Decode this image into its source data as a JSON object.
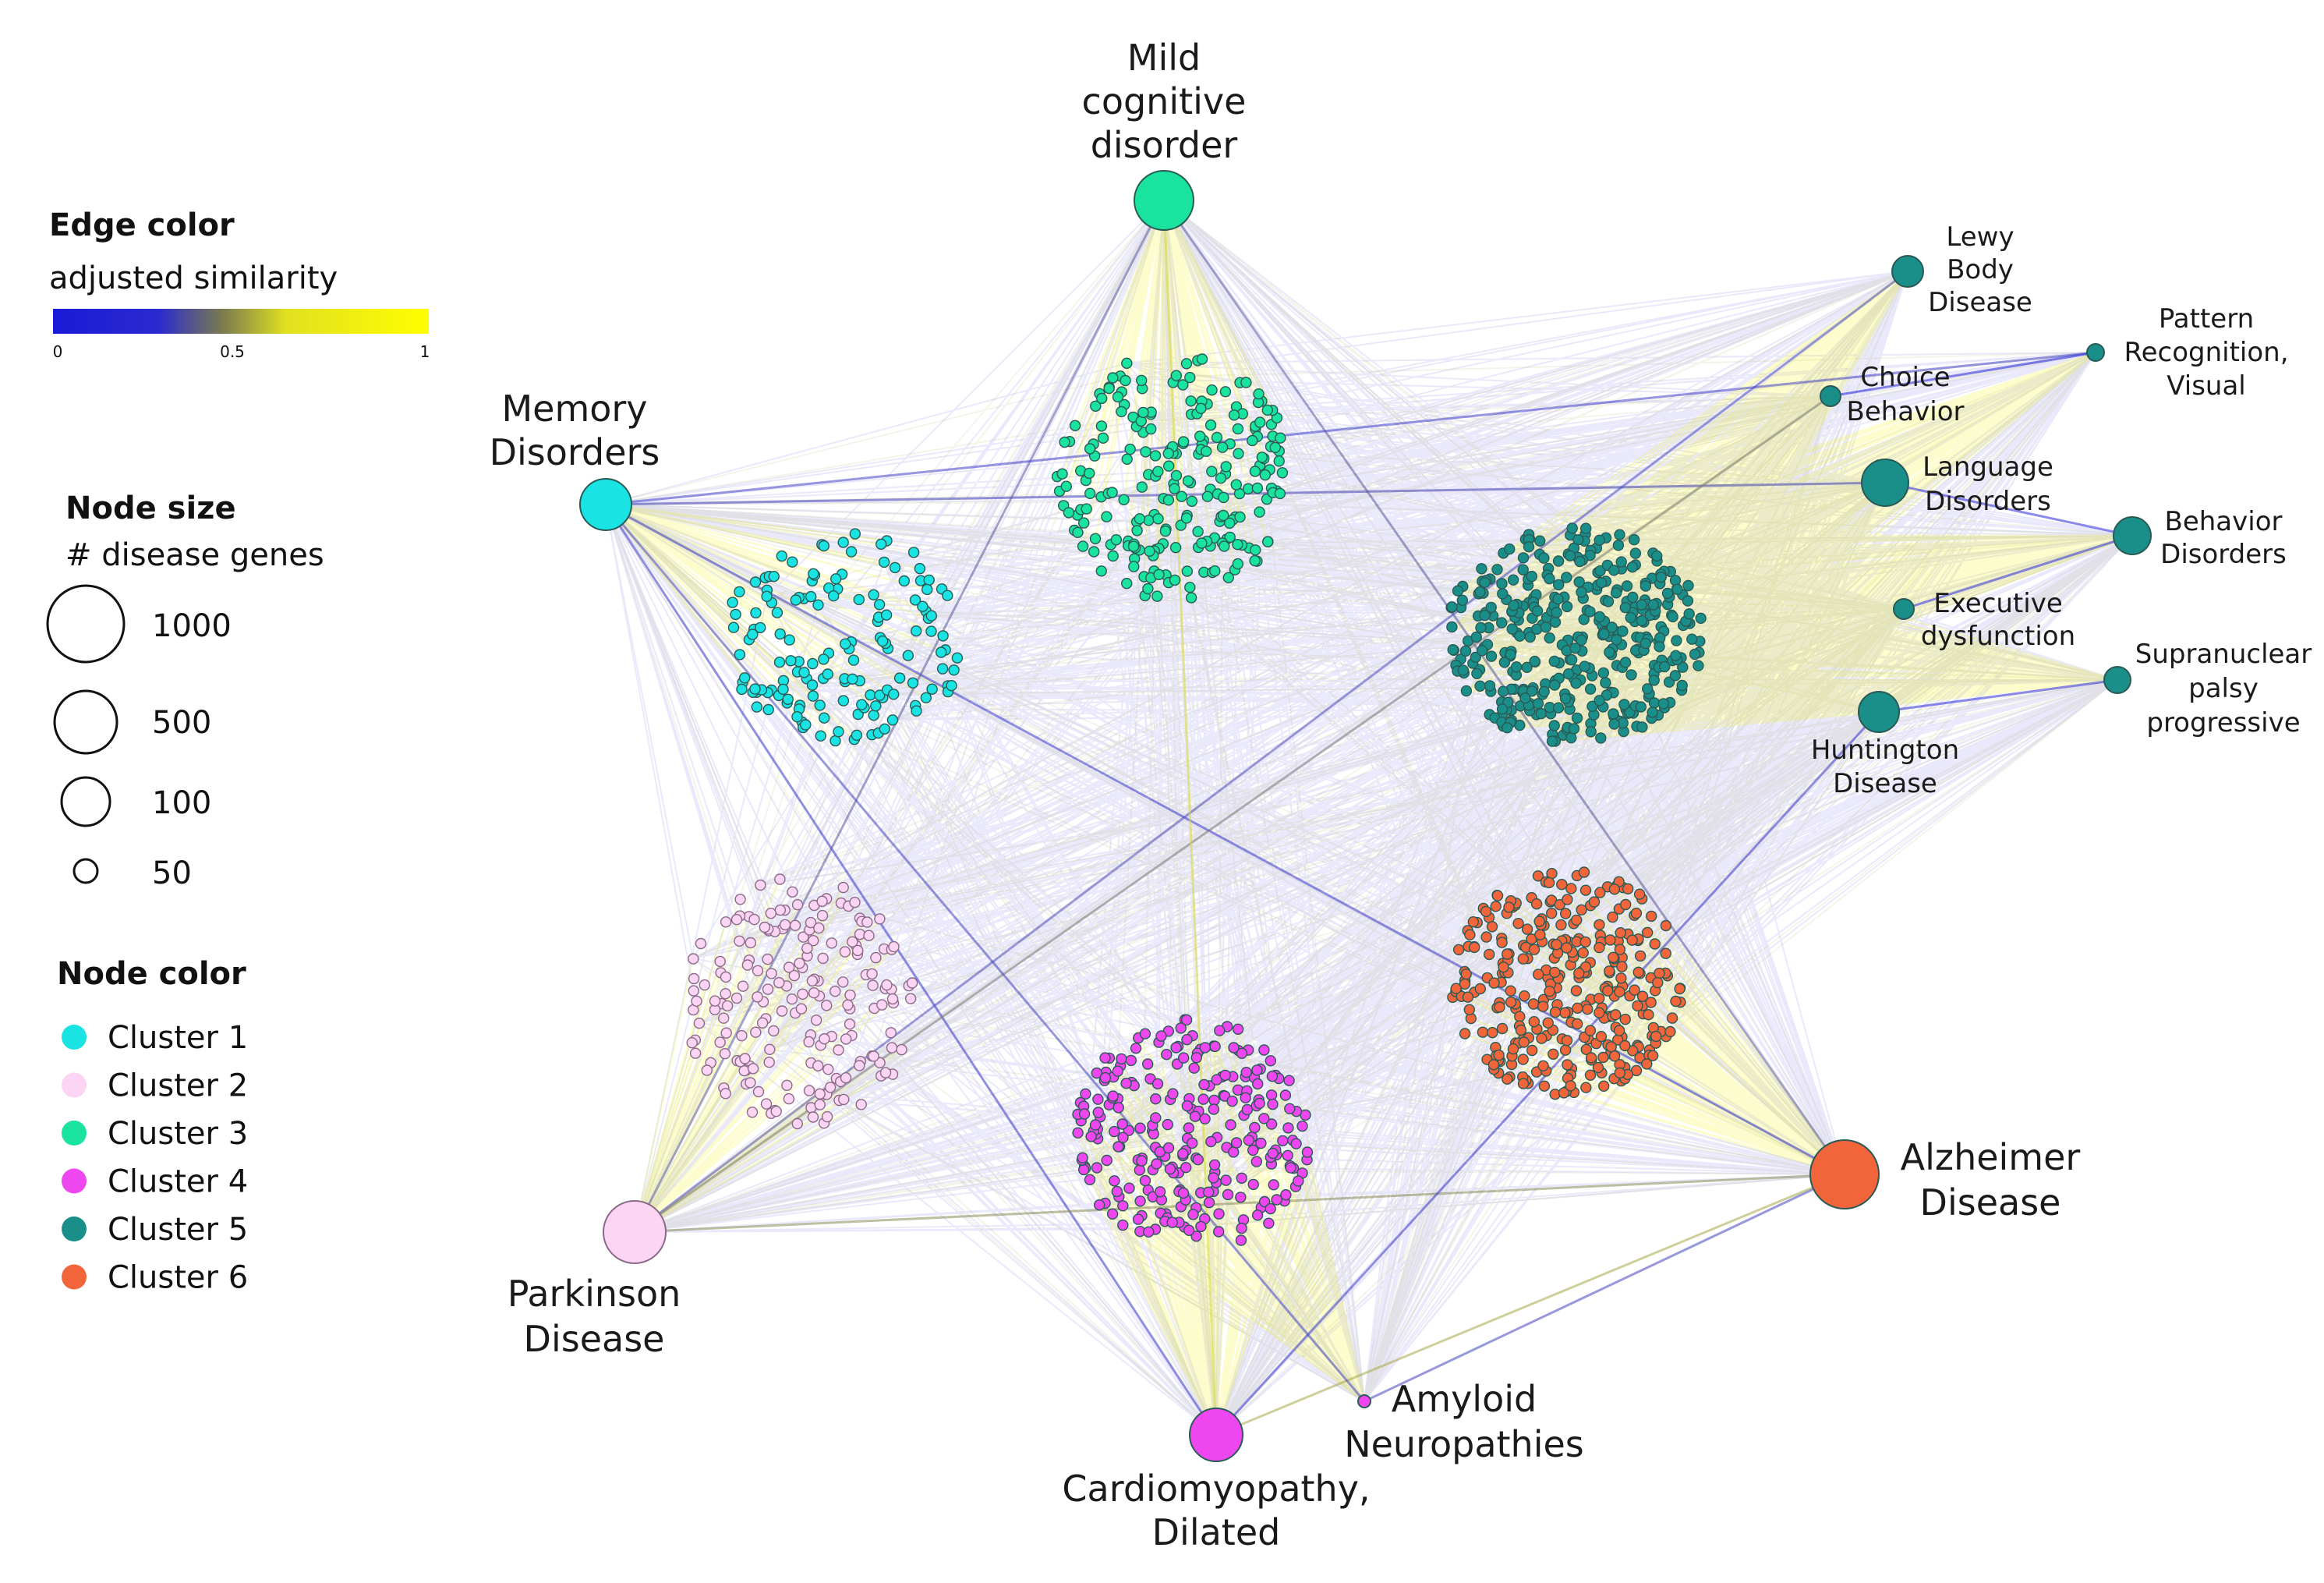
{
  "legend": {
    "edge_title": "Edge color",
    "edge_subtitle": "adjusted similarity",
    "edge_ticks": [
      "0",
      "0.5",
      "1"
    ],
    "edge_colors": [
      "#1f1fd6",
      "#ffff00"
    ],
    "size_title": "Node size",
    "size_subtitle": "# disease genes",
    "size_items": [
      {
        "label": "1000",
        "value": 1000
      },
      {
        "label": "500",
        "value": 500
      },
      {
        "label": "100",
        "value": 100
      },
      {
        "label": "50",
        "value": 50
      }
    ],
    "color_title": "Node color",
    "clusters": [
      {
        "label": "Cluster 1",
        "color": "#19e3e3"
      },
      {
        "label": "Cluster 2",
        "color": "#fcd4f4"
      },
      {
        "label": "Cluster 3",
        "color": "#19e39e"
      },
      {
        "label": "Cluster 4",
        "color": "#ef47ef"
      },
      {
        "label": "Cluster 5",
        "color": "#1a8f8a"
      },
      {
        "label": "Cluster 6",
        "color": "#f2653a"
      }
    ]
  },
  "diseases": [
    {
      "id": "mild",
      "lines": [
        "Mild",
        "cognitive",
        "disorder"
      ],
      "cluster": 3
    },
    {
      "id": "memory",
      "lines": [
        "Memory",
        "Disorders"
      ],
      "cluster": 1
    },
    {
      "id": "parkinson",
      "lines": [
        "Parkinson",
        "Disease"
      ],
      "cluster": 2
    },
    {
      "id": "cardio",
      "lines": [
        "Cardiomyopathy,",
        "Dilated"
      ],
      "cluster": 4
    },
    {
      "id": "amyloid",
      "lines": [
        "Amyloid",
        "Neuropathies"
      ],
      "cluster": 4
    },
    {
      "id": "alzheimer",
      "lines": [
        "Alzheimer",
        "Disease"
      ],
      "cluster": 6
    },
    {
      "id": "lewy",
      "lines": [
        "Lewy",
        "Body",
        "Disease"
      ],
      "cluster": 5
    },
    {
      "id": "pattern",
      "lines": [
        "Pattern",
        "Recognition,",
        "Visual"
      ],
      "cluster": 5
    },
    {
      "id": "choice",
      "lines": [
        "Choice",
        "Behavior"
      ],
      "cluster": 5
    },
    {
      "id": "language",
      "lines": [
        "Language",
        "Disorders"
      ],
      "cluster": 5
    },
    {
      "id": "behavior",
      "lines": [
        "Behavior",
        "Disorders"
      ],
      "cluster": 5
    },
    {
      "id": "executive",
      "lines": [
        "Executive",
        "dysfunction"
      ],
      "cluster": 5
    },
    {
      "id": "supranuclear",
      "lines": [
        "Supranuclear",
        "palsy",
        "progressive"
      ],
      "cluster": 5
    },
    {
      "id": "huntington",
      "lines": [
        "Huntington",
        "Disease"
      ],
      "cluster": 5
    }
  ]
}
